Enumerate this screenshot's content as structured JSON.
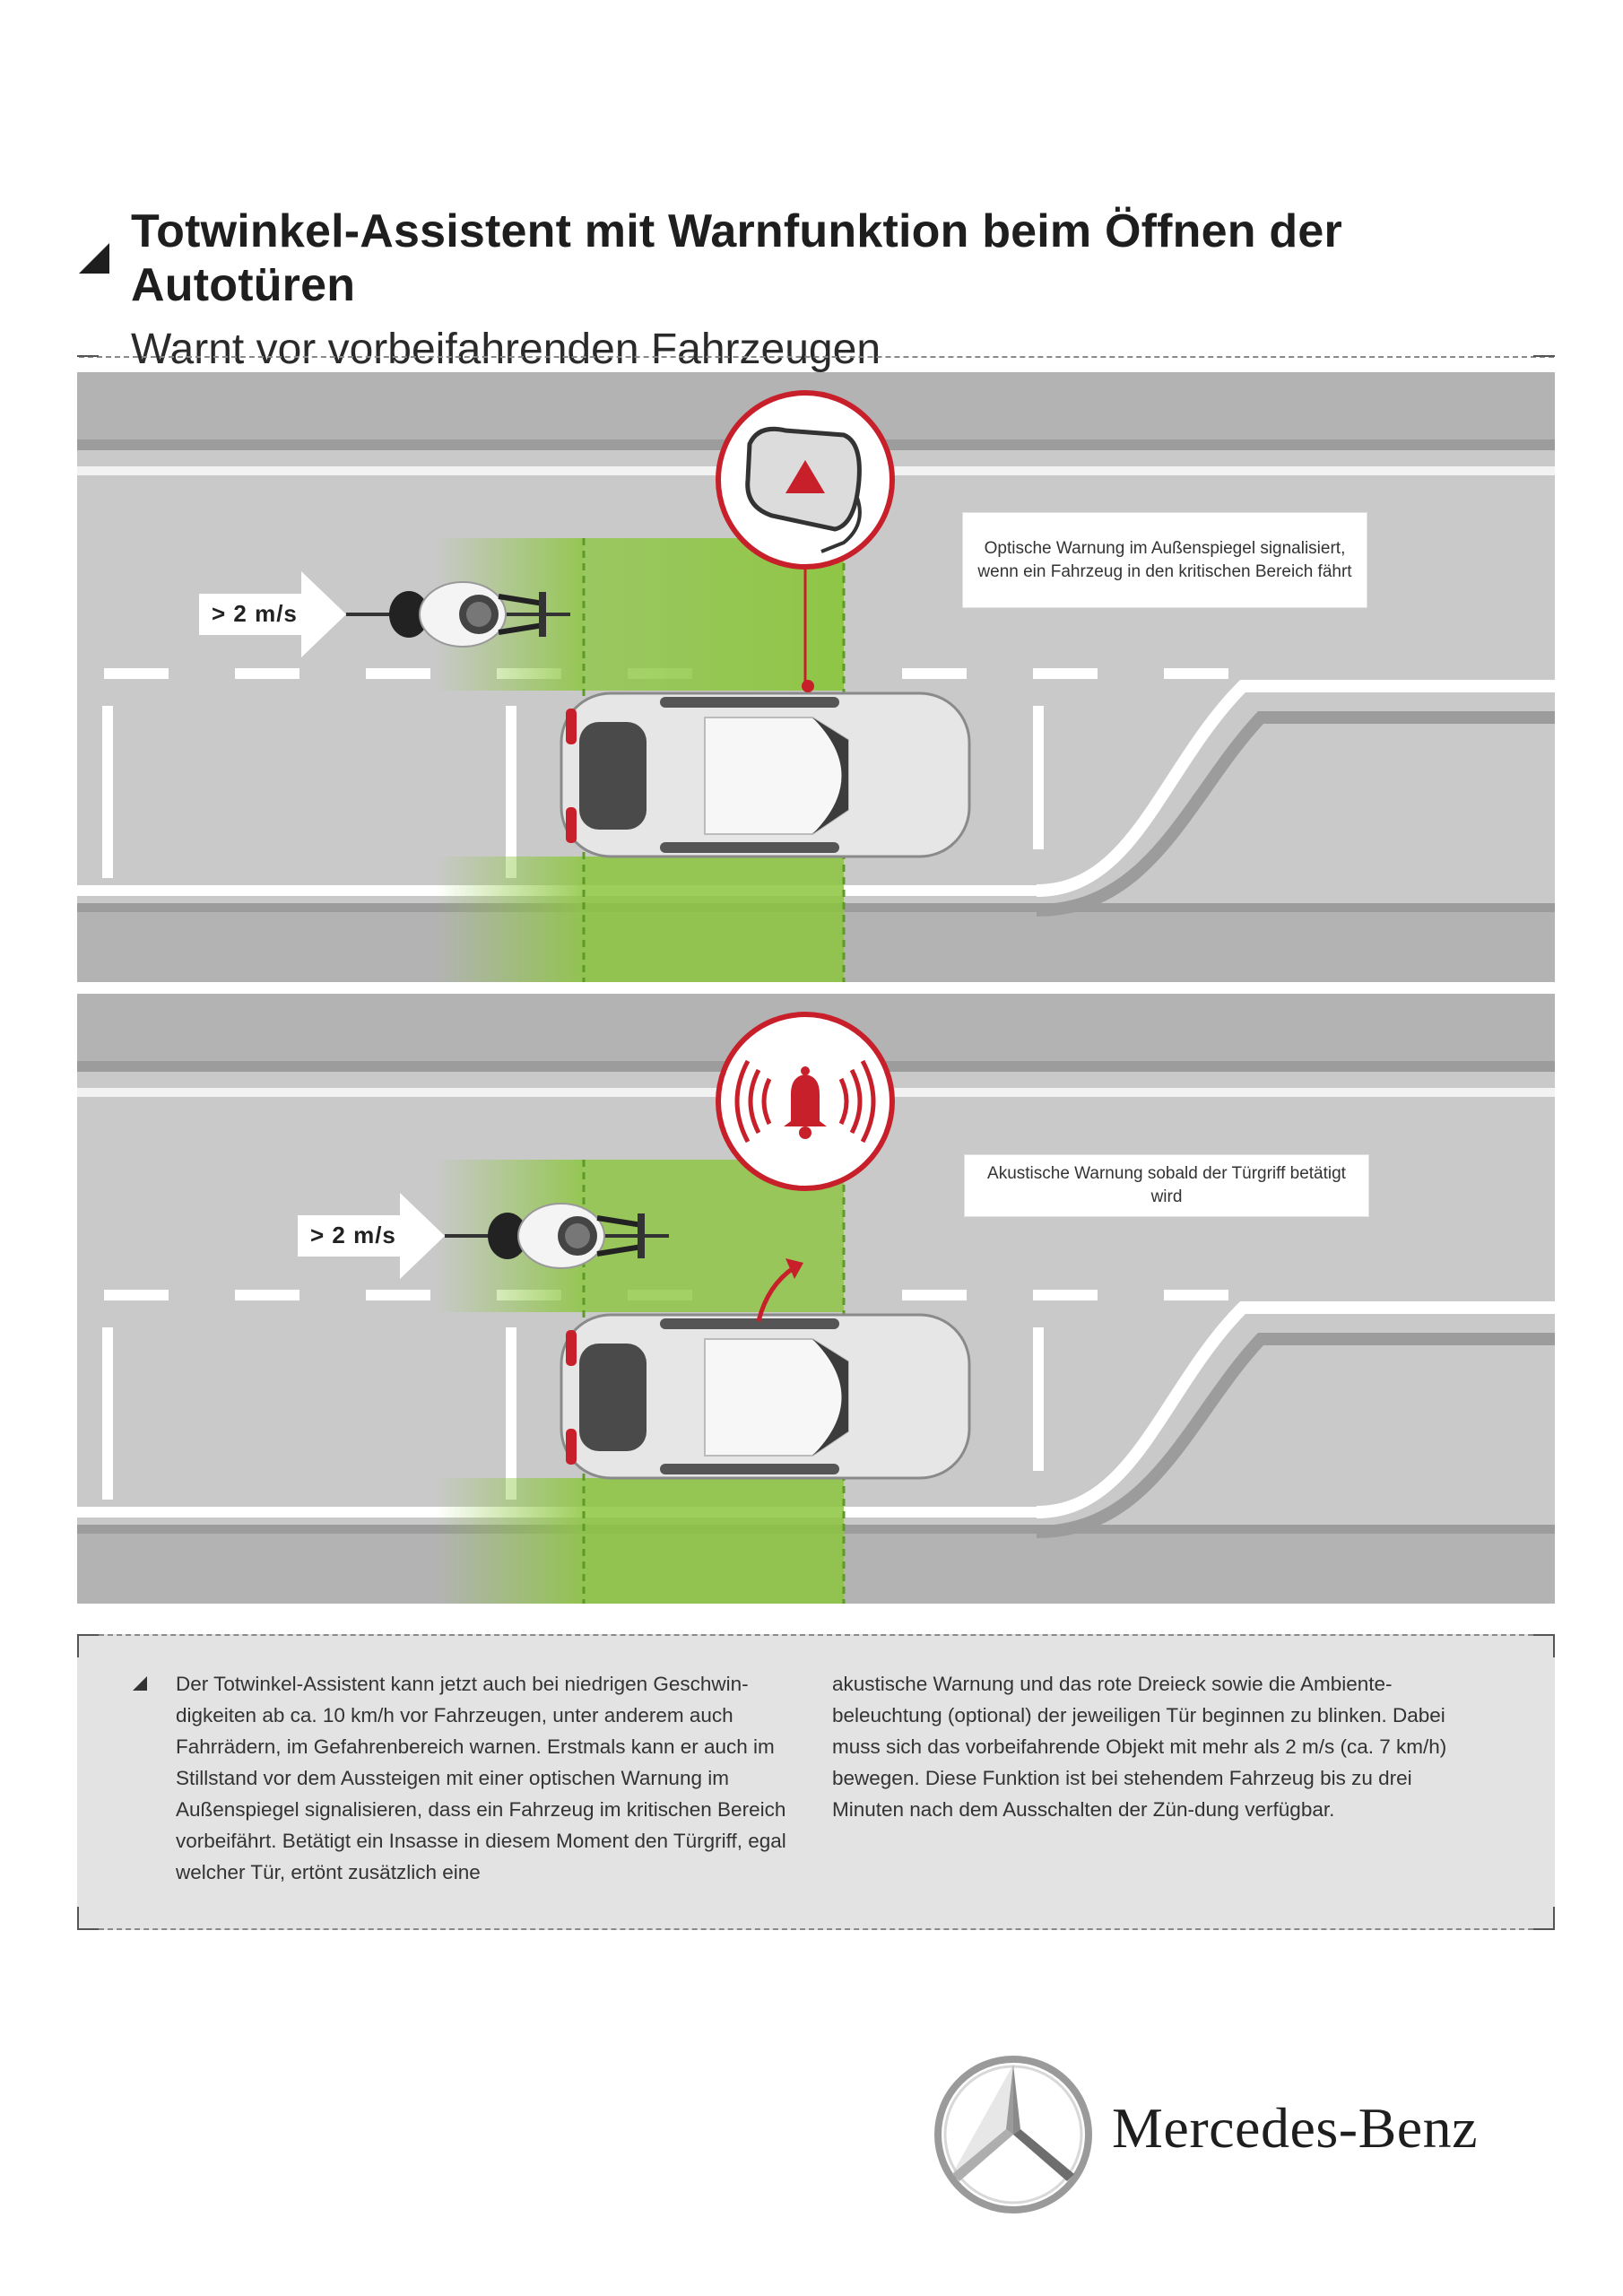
{
  "header": {
    "title": "Totwinkel-Assistent mit Warnfunktion beim Öffnen der Autotüren",
    "subtitle": "Warnt vor vorbeifahrenden Fahrzeugen"
  },
  "panel1": {
    "speed_label": "> 2 m/s",
    "callout": "Optische Warnung im Außenspiegel signalisiert, wenn ein Fahrzeug in den kritischen Bereich fährt",
    "icon": "mirror-warning-icon"
  },
  "panel2": {
    "speed_label": "> 2 m/s",
    "callout": "Akustische Warnung sobald der Türgriff betätigt wird",
    "icon": "bell-sound-icon"
  },
  "body_text": {
    "column1": "Der Totwinkel-Assistent kann jetzt auch bei niedrigen Geschwin-digkeiten ab ca. 10 km/h vor Fahrzeugen, unter anderem auch Fahrrädern, im Gefahrenbereich warnen. Erstmals kann er auch im Stillstand vor dem Aussteigen mit einer optischen Warnung im Außenspiegel signalisieren, dass ein Fahrzeug im kritischen Bereich vorbeifährt. Betätigt ein Insasse in diesem Moment den Türgriff, egal welcher Tür, ertönt zusätzlich eine",
    "column2": "akustische Warnung und das rote Dreieck sowie die Ambiente-beleuchtung (optional) der jeweiligen Tür beginnen zu blinken. Dabei muss sich das vorbeifahrende Objekt mit mehr als 2 m/s (ca. 7 km/h) bewegen. Diese Funktion ist bei stehendem Fahrzeug bis zu drei Minuten nach dem Ausschalten der Zün-dung verfügbar."
  },
  "brand": {
    "name": "Mercedes-Benz"
  },
  "colors": {
    "warning_red": "#c8202a",
    "zone_green": "#8cc63f",
    "road_gray": "#c9c9c9"
  }
}
